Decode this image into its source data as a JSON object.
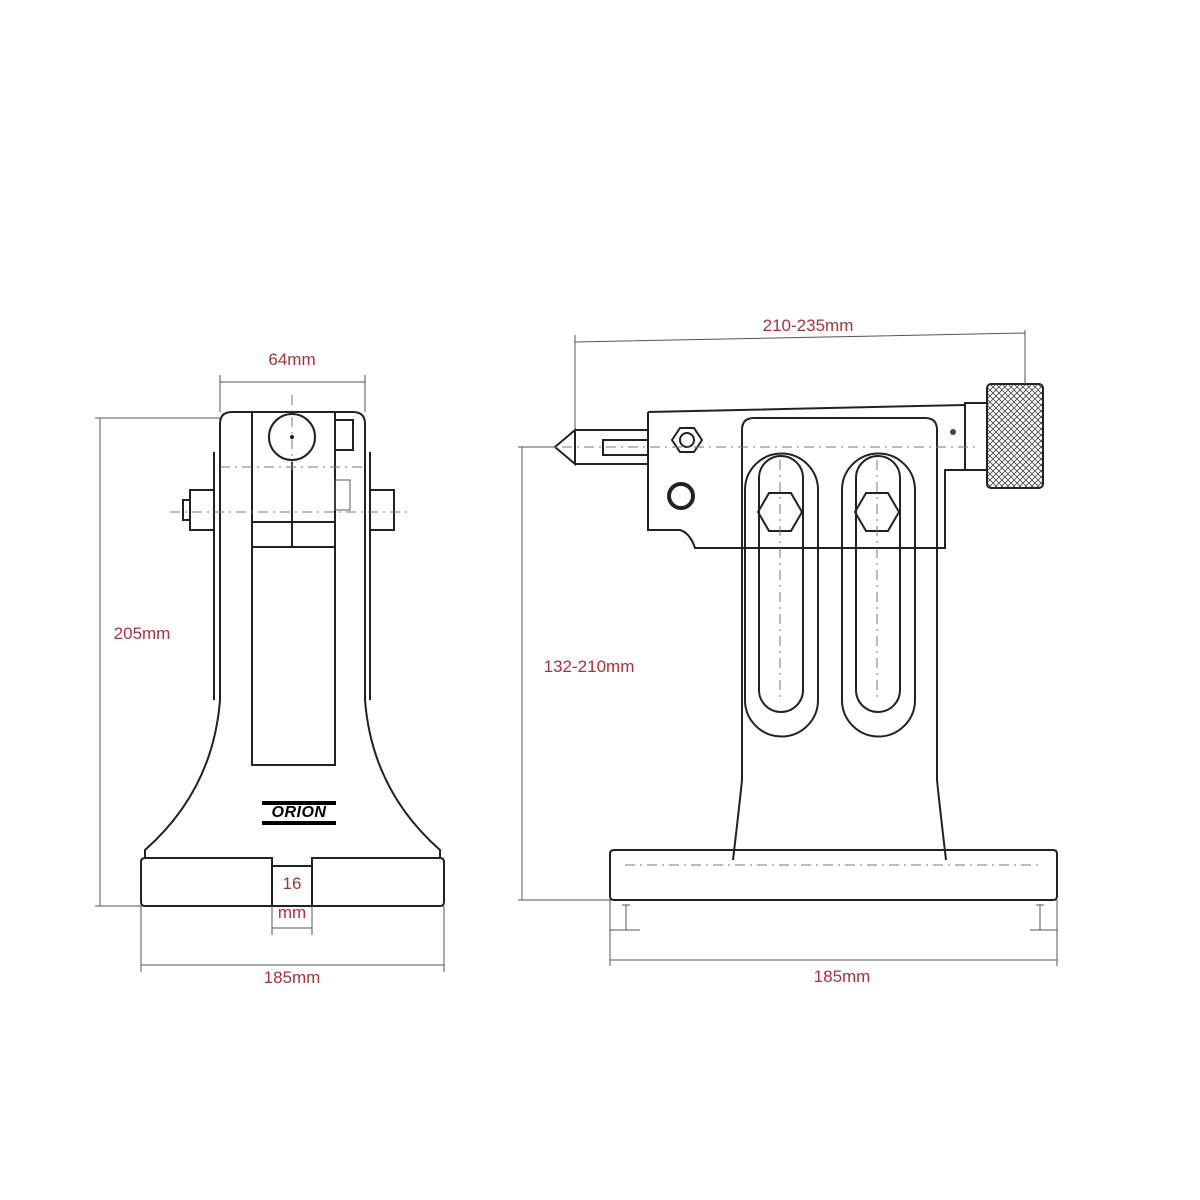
{
  "front_view": {
    "width_top": "64mm",
    "height": "205mm",
    "slot_width_value": "16",
    "slot_width_unit": "mm",
    "base_width": "185mm",
    "logo": "ORION"
  },
  "side_view": {
    "length": "210-235mm",
    "center_height": "132-210mm",
    "base_width": "185mm"
  },
  "colors": {
    "dimension_text": "#a8323c",
    "line": "#222222"
  }
}
